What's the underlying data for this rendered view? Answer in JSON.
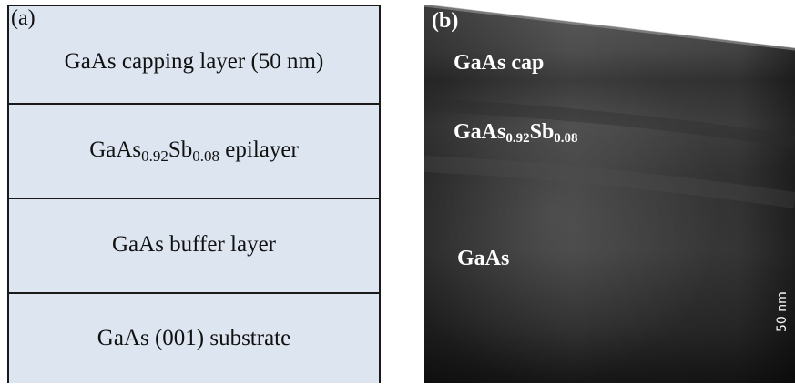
{
  "panel_a": {
    "label": "(a)",
    "layers": {
      "cap": "GaAs capping layer (50 nm)",
      "epi": {
        "prefix": "GaAs",
        "sub1": "0.92",
        "mid": "Sb",
        "sub2": "0.08",
        "suffix": " epilayer"
      },
      "buffer": "GaAs buffer layer",
      "substrate": "GaAs (001) substrate"
    }
  },
  "panel_b": {
    "label": "(b)",
    "cap_label": "GaAs cap",
    "alloy_label": {
      "prefix": "GaAs",
      "sub1": "0.92",
      "mid": "Sb",
      "sub2": "0.08"
    },
    "substrate_label": "GaAs",
    "scale_bar": "50 nm"
  }
}
